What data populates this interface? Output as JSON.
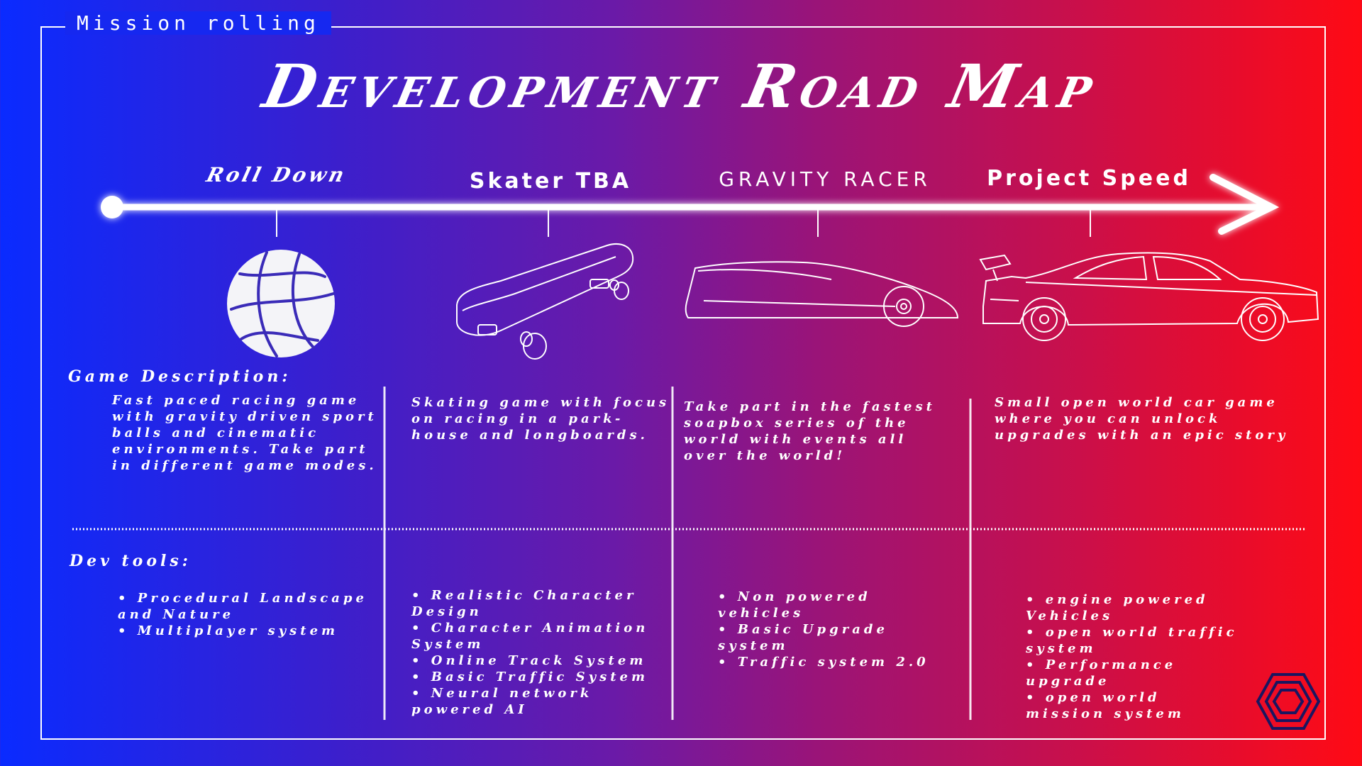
{
  "header": {
    "tag": "Mission rolling",
    "title": "Development Road Map"
  },
  "projects": [
    {
      "name": "Roll Down",
      "icon": "basketball-icon",
      "description": "Fast paced racing game with gravity driven sport balls and cinematic environments. Take part in different game modes.",
      "tools": [
        "Procedural Landscape and Nature",
        "Multiplayer system"
      ]
    },
    {
      "name": "Skater TBA",
      "icon": "skateboard-icon",
      "description": "Skating game with focus on racing in a park-house and longboards.",
      "tools": [
        "Realistic Character Design",
        "Character Animation System",
        "Online Track System",
        "Basic Traffic System",
        "Neural network powered AI"
      ]
    },
    {
      "name": "GRAVITY RACER",
      "icon": "soapbox-racer-icon",
      "description": "Take part in the fastest soapbox series of the world with events all over the world!",
      "tools": [
        "Non powered vehicles",
        "Basic Upgrade system",
        "Traffic system 2.0"
      ]
    },
    {
      "name": "Project Speed",
      "icon": "sports-car-icon",
      "description": "Small open world car game where you can unlock upgrades with an epic story",
      "tools": [
        "engine powered Vehicles",
        "open world traffic system",
        "Performance upgrade",
        "open world mission system"
      ]
    }
  ],
  "labels": {
    "game_description": "Game Description:",
    "dev_tools": "Dev tools:"
  },
  "colors": {
    "gradient_left": "#0a2bff",
    "gradient_right": "#ff0a14",
    "line": "#ffffff",
    "logo": "#1a1660"
  },
  "logo_icon": "hexagon-logo-icon"
}
